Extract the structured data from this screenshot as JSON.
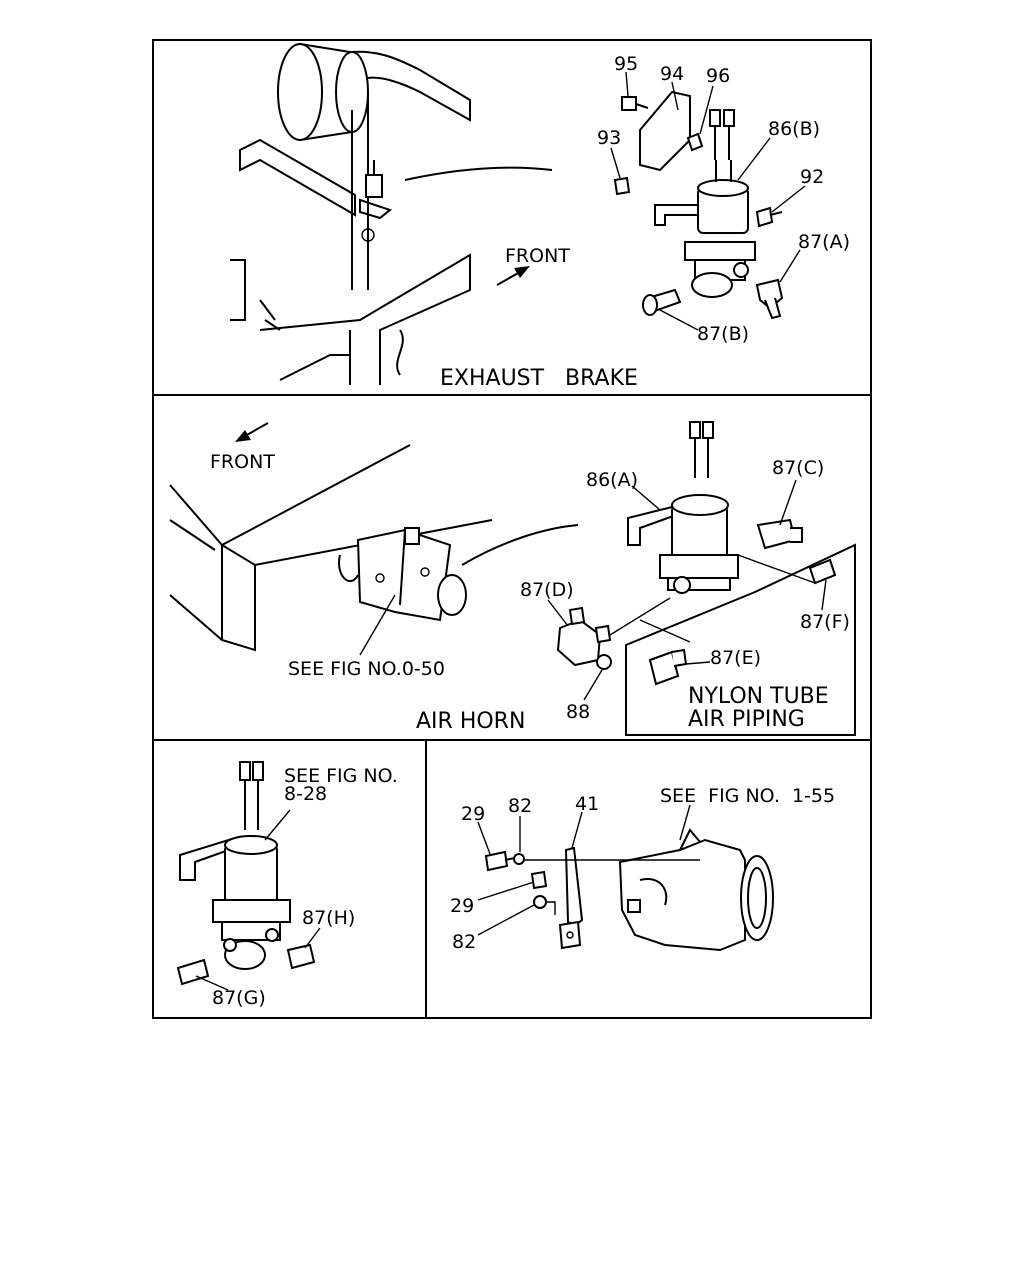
{
  "panels": {
    "exhaust_brake": {
      "caption": "EXHAUST   BRAKE",
      "front_label": "FRONT",
      "callouts": [
        "95",
        "94",
        "96",
        "93",
        "86(B)",
        "92",
        "87(A)",
        "87(B)"
      ]
    },
    "air_horn": {
      "caption": "AIR HORN",
      "front_label": "FRONT",
      "see_fig": "SEE FIG NO.0-50",
      "callouts": [
        "86(A)",
        "87(C)",
        "87(D)",
        "87(F)",
        "87(E)",
        "88"
      ],
      "inset_line1": "NYLON TUBE",
      "inset_line2": "AIR PIPING"
    },
    "valve_detail": {
      "see_fig_line1": "SEE FIG NO.",
      "see_fig_line2": "8-28",
      "callouts": [
        "87(H)",
        "87(G)"
      ]
    },
    "bracket_detail": {
      "see_fig": "SEE  FIG NO.  1-55",
      "callouts": [
        "29",
        "82",
        "41",
        "29",
        "82"
      ]
    }
  }
}
